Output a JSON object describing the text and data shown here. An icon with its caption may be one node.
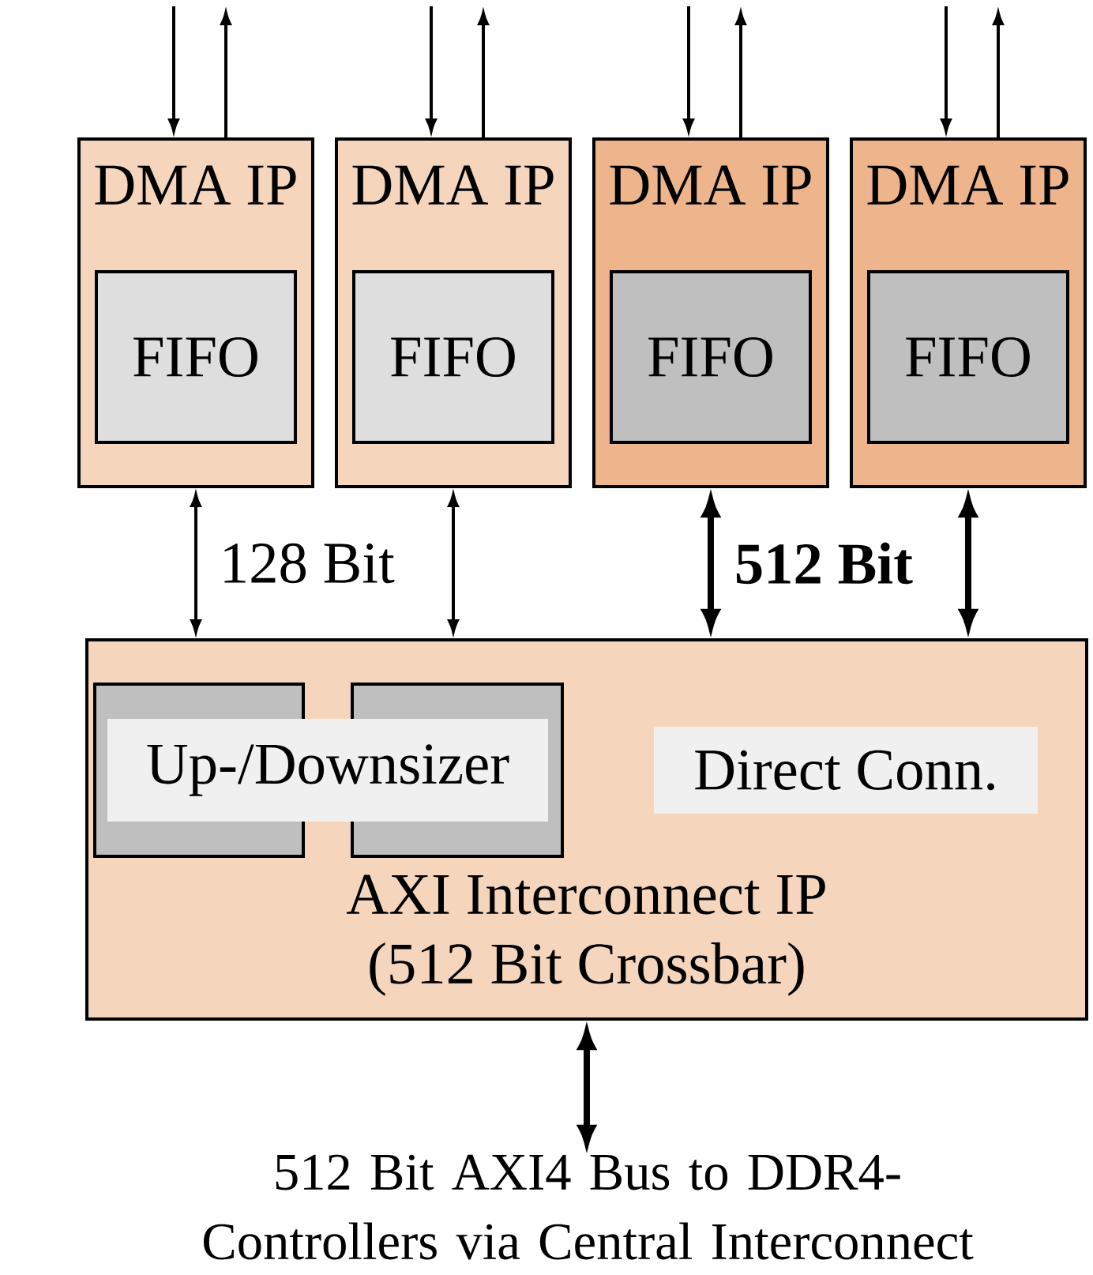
{
  "diagram": {
    "nodes": [
      {
        "text": [
          "DMA IP"
        ]
      },
      {
        "text": [
          "DMA IP"
        ]
      },
      {
        "text": [
          "DMA IP"
        ]
      },
      {
        "text": [
          "DMA IP"
        ]
      },
      {
        "text": [
          "FIFO"
        ],
        "in": 0
      },
      {
        "text": [
          "FIFO"
        ],
        "in": 1
      },
      {
        "text": [
          "FIFO"
        ],
        "in": 2
      },
      {
        "text": [
          "FIFO"
        ],
        "in": 3
      },
      {
        "text": [
          "AXI Interconnect IP (512 Bit Crossbar)"
        ]
      },
      {
        "text": [],
        "shape": "box",
        "in": 8
      },
      {
        "text": [],
        "shape": "box",
        "in": 8
      },
      {
        "text": [
          "Up-/Downsizer"
        ],
        "in": 8
      },
      {
        "text": [
          "Direct Conn."
        ],
        "in": 8
      },
      {
        "text": [
          "512 Bit AXI4 Bus to DDR4-Controllers via Central Interconnect"
        ]
      }
    ],
    "edges": [
      {
        "from": null,
        "to": 0,
        "arrow": "to"
      },
      {
        "from": 0,
        "to": null,
        "arrow": "to"
      },
      {
        "from": null,
        "to": 1,
        "arrow": "to"
      },
      {
        "from": 1,
        "to": null,
        "arrow": "to"
      },
      {
        "from": null,
        "to": 2,
        "arrow": "to"
      },
      {
        "from": 2,
        "to": null,
        "arrow": "to"
      },
      {
        "from": null,
        "to": 3,
        "arrow": "to"
      },
      {
        "from": 3,
        "to": null,
        "arrow": "to"
      },
      {
        "from": 0,
        "to": 8,
        "arrow": "both",
        "label": "128 Bit"
      },
      {
        "from": 1,
        "to": 8,
        "arrow": "both"
      },
      {
        "from": 2,
        "to": 8,
        "arrow": "both",
        "style": "thick",
        "label": "512 Bit"
      },
      {
        "from": 3,
        "to": 8,
        "arrow": "both",
        "style": "thick"
      },
      {
        "from": 8,
        "to": 13,
        "arrow": "both",
        "style": "thick"
      }
    ]
  }
}
